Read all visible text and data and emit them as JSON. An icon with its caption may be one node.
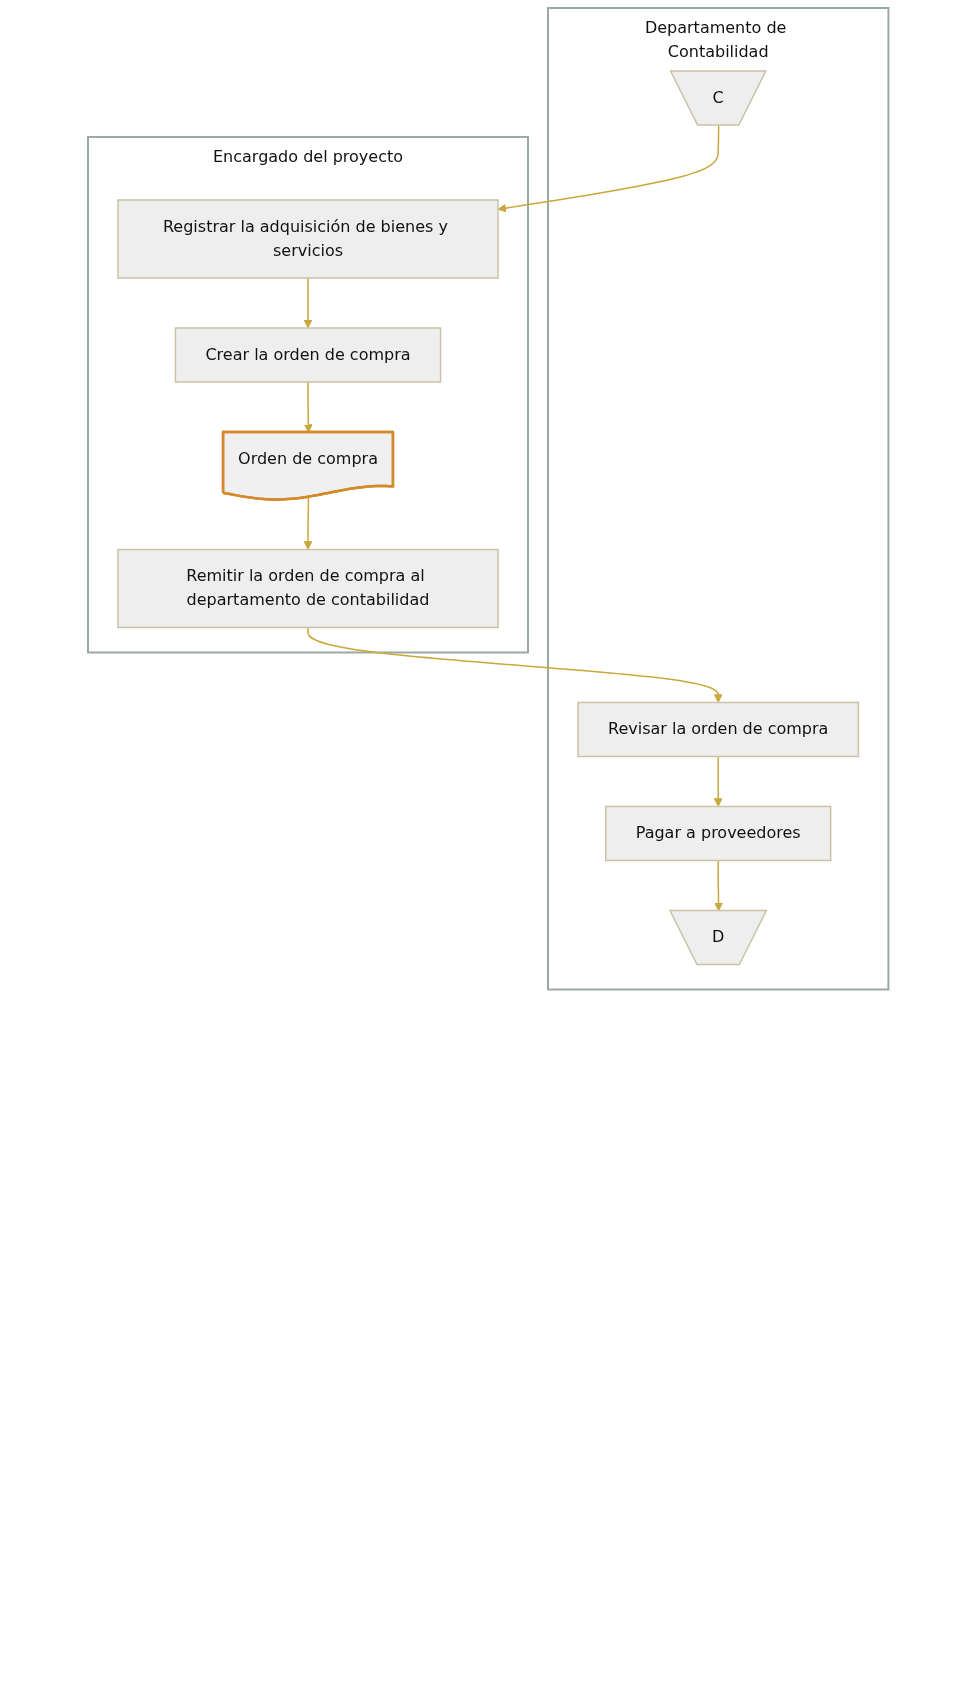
{
  "diagram": {
    "nodes": [
      {
        "text": [
          "Departamento de Contabilidad"
        ]
      },
      {
        "text": [
          "Encargado del proyecto"
        ]
      },
      {
        "text": [
          "C"
        ],
        "in": 0
      },
      {
        "text": [
          "Registrar la adquisición de bienes y servicios"
        ],
        "in": 1
      },
      {
        "text": [
          "Revisar la orden de compra"
        ],
        "in": 0
      },
      {
        "text": [
          "Crear la orden de compra"
        ],
        "in": 1
      },
      {
        "text": [
          "Pagar a proveedores"
        ],
        "in": 0
      },
      {
        "text": [
          "Orden de compra"
        ],
        "in": 1
      },
      {
        "text": [
          "D"
        ],
        "in": 0
      },
      {
        "text": [
          "Remitir la orden de compra al departamento de contabilidad"
        ],
        "in": 1
      }
    ],
    "edges": [
      {
        "from": 2,
        "to": 3,
        "arrow": "to"
      },
      {
        "from": 3,
        "to": 5,
        "arrow": "to"
      },
      {
        "from": 5,
        "to": 7,
        "arrow": "to"
      },
      {
        "from": 7,
        "to": 9,
        "arrow": "to"
      },
      {
        "from": 9,
        "to": 4,
        "arrow": "to"
      },
      {
        "from": 4,
        "to": 6,
        "arrow": "to"
      },
      {
        "from": 6,
        "to": 8,
        "arrow": "to"
      }
    ]
  }
}
